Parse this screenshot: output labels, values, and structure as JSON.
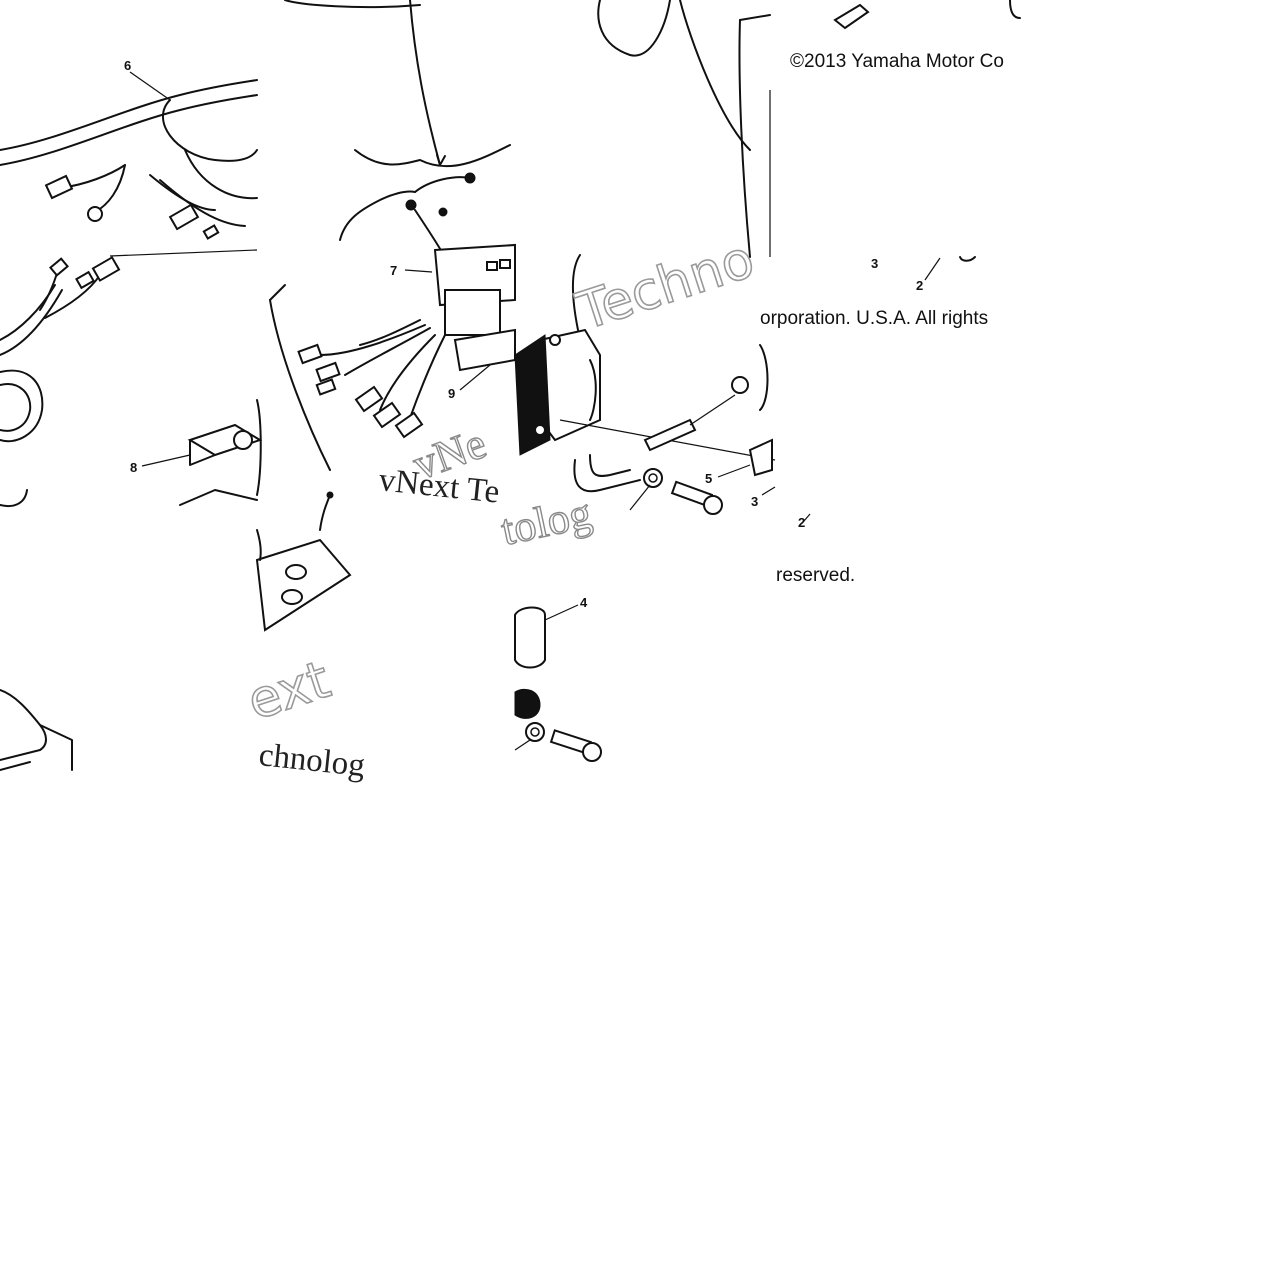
{
  "diagram": {
    "copyright_part1": "©2013 Yamaha Motor Co",
    "copyright_part2": "orporation. U.S.A. All rights",
    "copyright_part3": "reserved.",
    "watermarks": {
      "techno": "Techno",
      "vne": "vNe",
      "vnext_te": "vNext Te",
      "tolog": "tolog",
      "ext": "ext",
      "chnolog": "chnolog"
    },
    "callouts": {
      "c6": "6",
      "c7": "7",
      "c9": "9",
      "c8": "8",
      "c4": "4",
      "c5": "5",
      "c3a": "3",
      "c3b": "3",
      "c2a": "2",
      "c2b": "2"
    }
  }
}
